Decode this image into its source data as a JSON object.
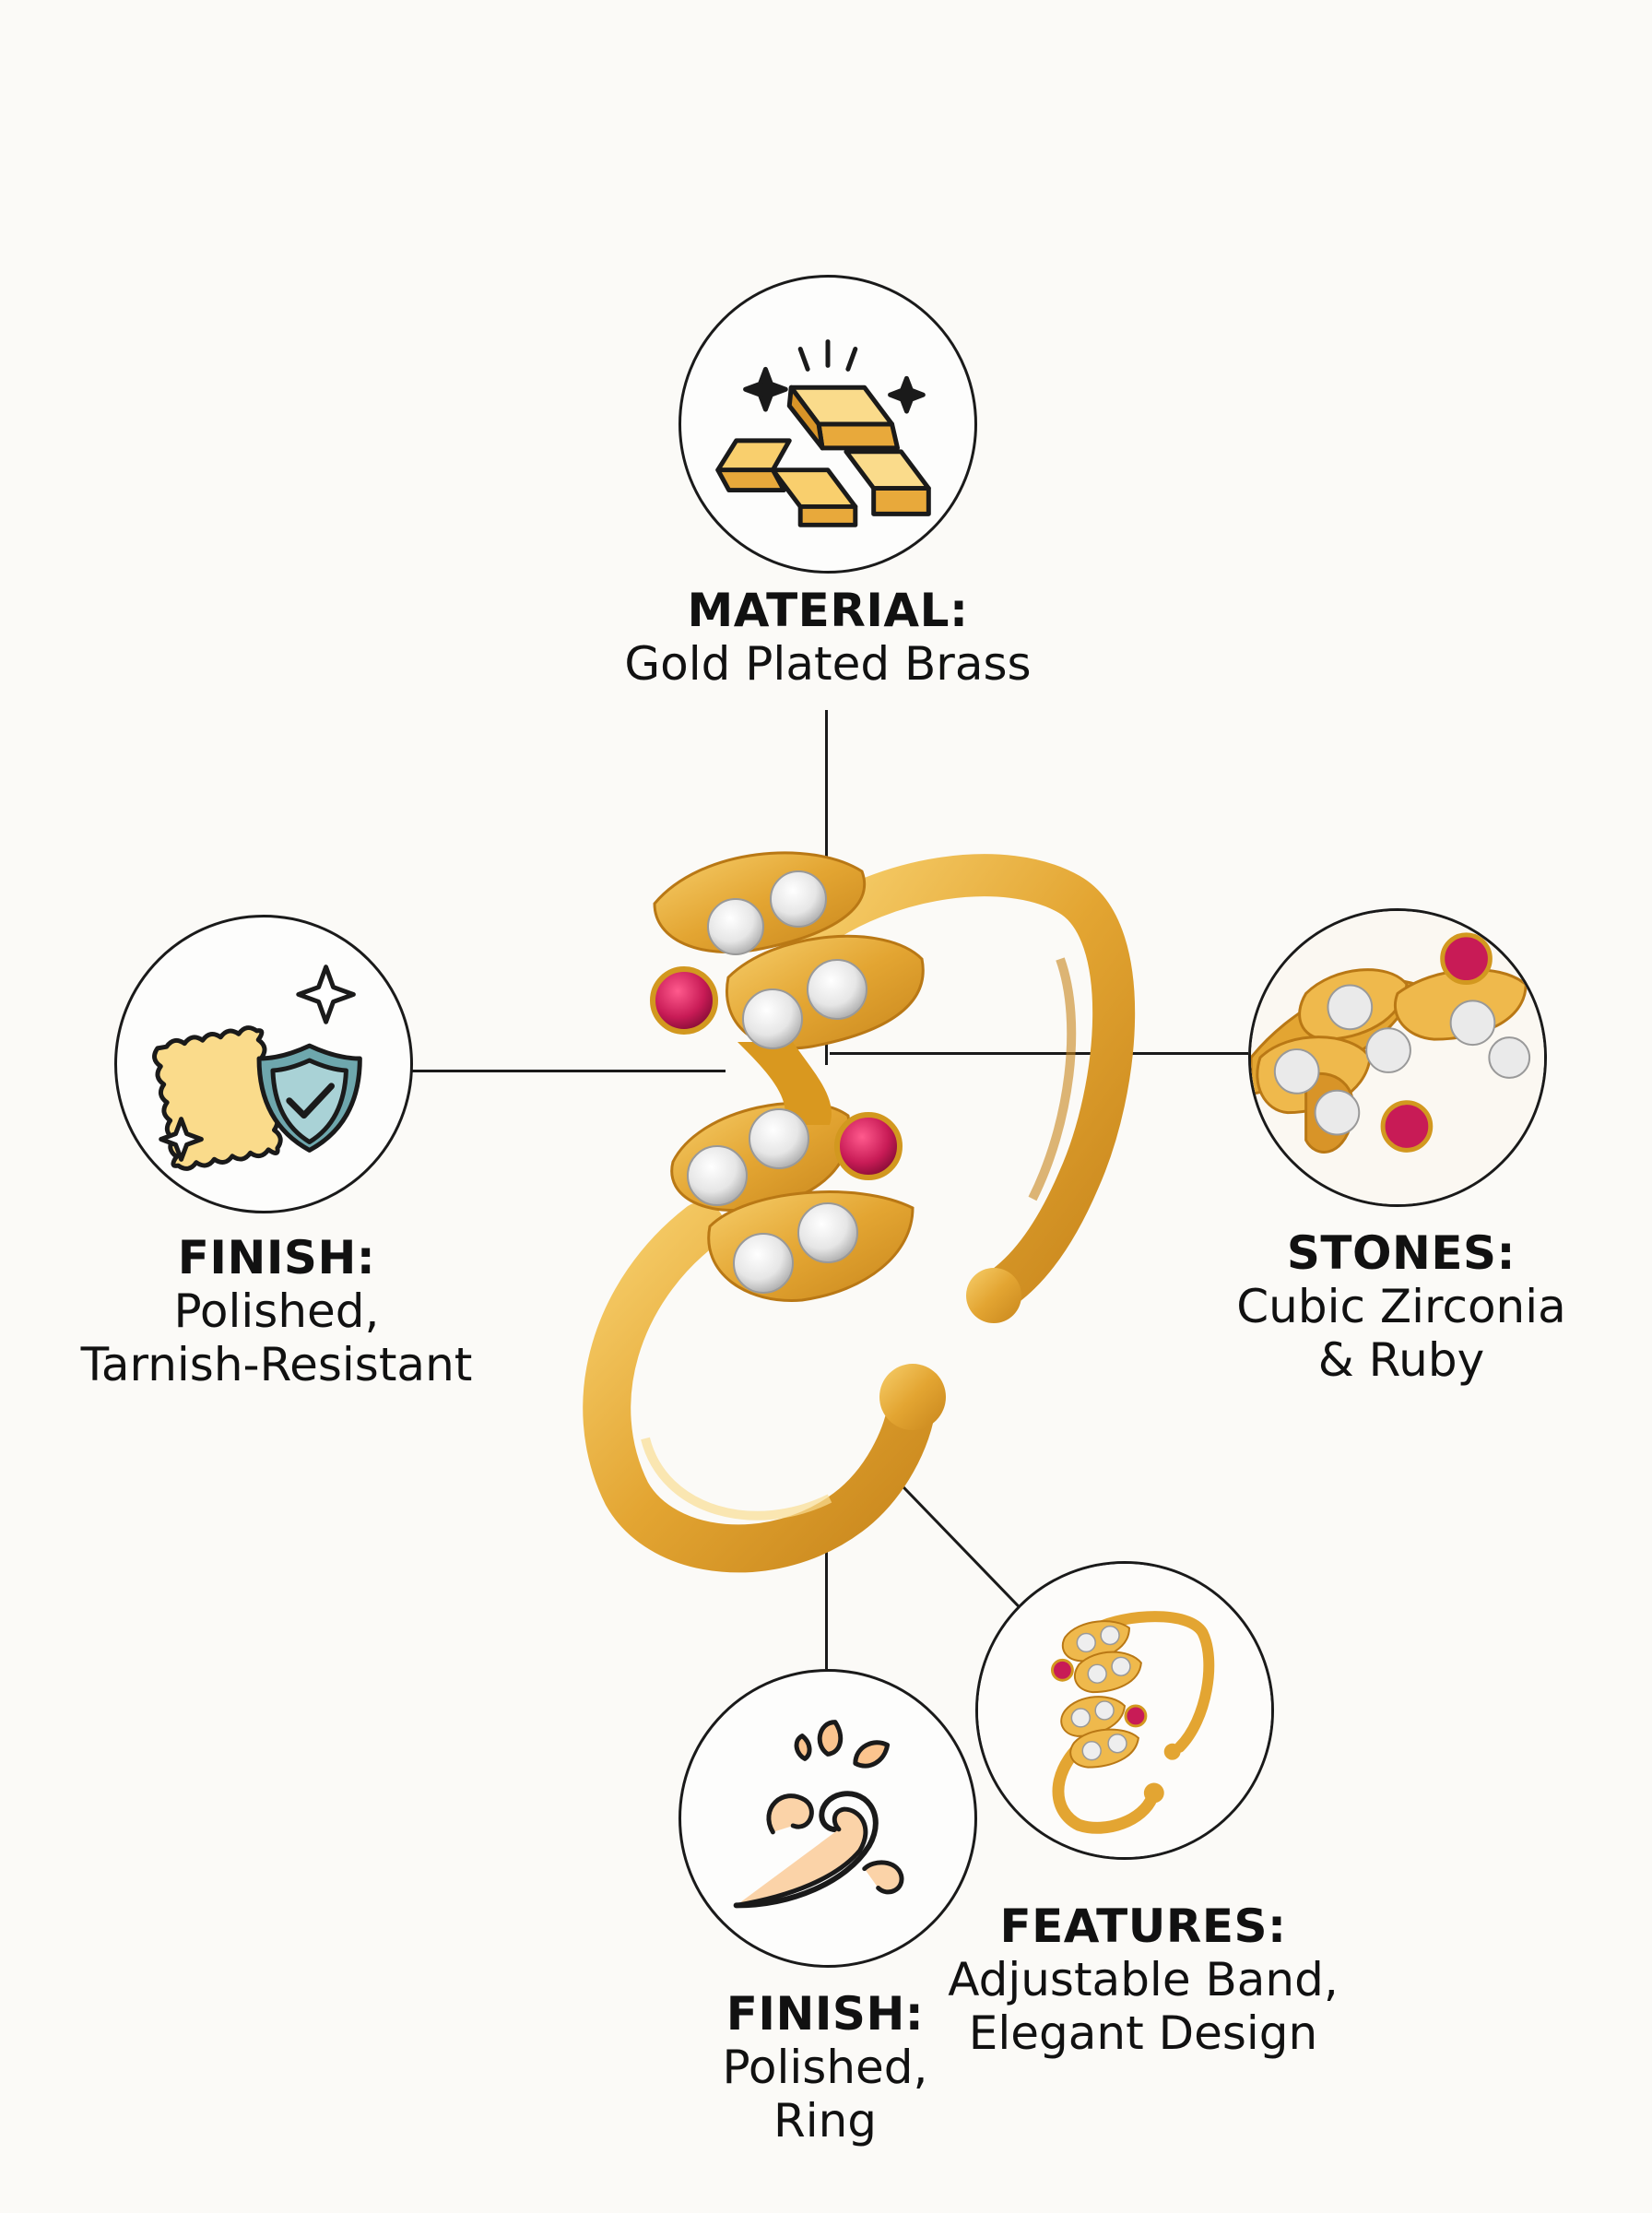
{
  "colors": {
    "background": "#fbfaf7",
    "gold": "#e3a532",
    "gold_light": "#f6c765",
    "ruby": "#c81b56",
    "outline": "#1a1a1a"
  },
  "icons": {
    "material": "gold-bars-icon",
    "finish_left": "shield-check-icon",
    "stones": "ring-stones-closeup",
    "features": "ring-thumbnail",
    "finish_bottom": "swirl-flourish-icon"
  },
  "callouts": {
    "material": {
      "heading": "MATERIAL:",
      "value": "Gold Plated Brass"
    },
    "finish_left": {
      "heading": "FINISH:",
      "line1": "Polished,",
      "line2": "Tarnish-Resistant"
    },
    "stones": {
      "heading": "STONES:",
      "line1": "Cubic Zirconia",
      "line2": "& Ruby"
    },
    "features": {
      "heading": "FEATURES:",
      "line1": "Adjustable Band,",
      "line2": "Elegant Design"
    },
    "finish_bottom": {
      "heading": "FINISH:",
      "line1": "Polished,",
      "line2": "Ring"
    }
  }
}
